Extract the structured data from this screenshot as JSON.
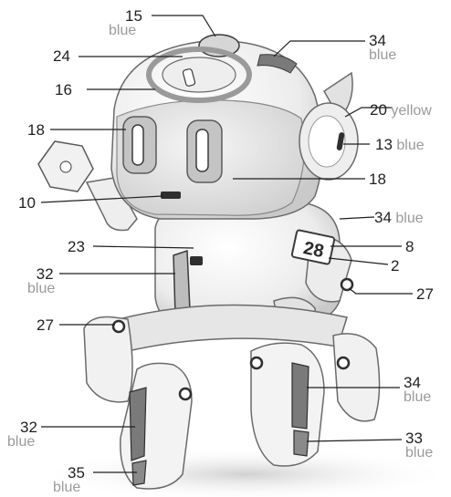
{
  "colors": {
    "line": "#1f1f1f",
    "body": "#f4f4f4",
    "outline": "#3a3a3a",
    "blue_tint": "#9a9a9a",
    "red_part": "#d9d9d9"
  },
  "callouts": [
    {
      "id": "c15",
      "number": "15",
      "color": "blue"
    },
    {
      "id": "c24",
      "number": "24",
      "color": ""
    },
    {
      "id": "c34a",
      "number": "34",
      "color": "blue"
    },
    {
      "id": "c16",
      "number": "16",
      "color": ""
    },
    {
      "id": "c20",
      "number": "20",
      "color": "yellow"
    },
    {
      "id": "c18a",
      "number": "18",
      "color": ""
    },
    {
      "id": "c13",
      "number": "13",
      "color": "blue"
    },
    {
      "id": "c18b",
      "number": "18",
      "color": ""
    },
    {
      "id": "c10",
      "number": "10",
      "color": ""
    },
    {
      "id": "c34b",
      "number": "34",
      "color": "blue"
    },
    {
      "id": "c23",
      "number": "23",
      "color": ""
    },
    {
      "id": "c8",
      "number": "8",
      "color": ""
    },
    {
      "id": "c2",
      "number": "2",
      "color": ""
    },
    {
      "id": "c32a",
      "number": "32",
      "color": "blue"
    },
    {
      "id": "c27a",
      "number": "27",
      "color": ""
    },
    {
      "id": "c27b",
      "number": "27",
      "color": ""
    },
    {
      "id": "c34c",
      "number": "34",
      "color": "blue"
    },
    {
      "id": "c32b",
      "number": "32",
      "color": "blue"
    },
    {
      "id": "c33",
      "number": "33",
      "color": "blue"
    },
    {
      "id": "c35",
      "number": "35",
      "color": "blue"
    }
  ],
  "display_digits": "28"
}
